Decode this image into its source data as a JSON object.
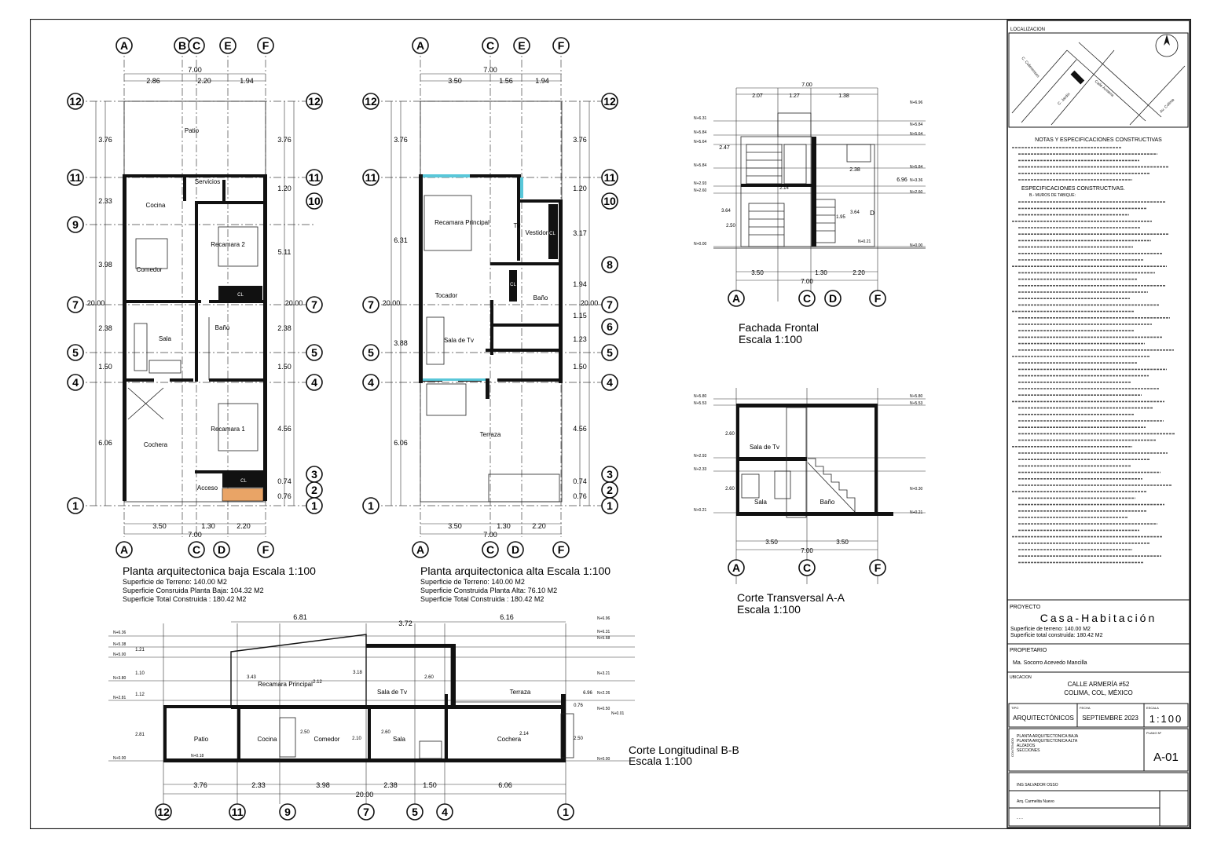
{
  "plan_baja": {
    "title": "Planta arquitectonica baja   Escala 1:100",
    "info": [
      "Superficie de Terreno: 140.00 M2",
      "Superficie Consruida Planta Baja: 104.32 M2",
      "Superficie Total Construida : 180.42 M2"
    ],
    "rooms": [
      "Patio",
      "Servicios",
      "Cocina",
      "Recamara 2",
      "Comedor",
      "Sala",
      "Baño",
      "Recamara 1",
      "Cochera",
      "Acceso",
      "CL",
      "CL"
    ],
    "top_axes": [
      "A",
      "B",
      "C",
      "E",
      "F"
    ],
    "bottom_axes": [
      "A",
      "C",
      "D",
      "F"
    ],
    "side_axes": [
      "12",
      "11",
      "10",
      "9",
      "7",
      "5",
      "4",
      "3",
      "2",
      "1"
    ],
    "dims_top": [
      "7.00",
      "2.86",
      "2.20",
      "1.94"
    ],
    "dims_bottom": [
      "3.50",
      "1.30",
      "2.20",
      "7.00"
    ],
    "dims_left": [
      "3.76",
      "2.33",
      "3.98",
      "2.38",
      "1.50",
      "6.06",
      "20.00"
    ],
    "dims_right": [
      "3.76",
      "1.20",
      "5.11",
      "2.38",
      "1.50",
      "4.56",
      "0.74",
      "0.76",
      "20.00"
    ]
  },
  "plan_alta": {
    "title": "Planta arquitectonica alta  Escala 1:100",
    "info": [
      "Superficie de Terreno: 140.00 M2",
      "Superficie Construida Planta Alta: 76.10 M2",
      "Superficie Total Construida : 180.42 M2"
    ],
    "rooms": [
      "Recamara Principal",
      "Vestidor",
      "Tocador",
      "Baño",
      "Sala de Tv",
      "Terraza",
      "Tv",
      "CL",
      "CL"
    ],
    "top_axes": [
      "A",
      "C",
      "E",
      "F"
    ],
    "bottom_axes": [
      "A",
      "C",
      "D",
      "F"
    ],
    "side_axes": [
      "12",
      "11",
      "10",
      "8",
      "7",
      "6",
      "5",
      "4",
      "3",
      "2",
      "1"
    ],
    "dims_top": [
      "7.00",
      "3.50",
      "1.56",
      "1.94"
    ],
    "dims_bottom": [
      "3.50",
      "1.30",
      "2.20",
      "7.00"
    ],
    "dims_left": [
      "3.76",
      "6.31",
      "3.88",
      "6.06",
      "20.00"
    ],
    "dims_right": [
      "3.76",
      "1.20",
      "3.17",
      "1.94",
      "1.15",
      "1.23",
      "1.50",
      "4.56",
      "0.74",
      "0.76",
      "20.00"
    ]
  },
  "fachada": {
    "title": "Fachada Frontal",
    "scale": "Escala 1:100",
    "dims": [
      "7.00",
      "2.07",
      "1.27",
      "1.38",
      "2.47",
      "2.38",
      "2.14",
      "3.64",
      "2.50",
      "1.95",
      "3.64",
      "6.96",
      "3.50",
      "1.30",
      "2.20",
      "7.00"
    ],
    "levels": [
      "N+6.31",
      "N+5.84",
      "N+5.64",
      "N+5.84",
      "N+2.93",
      "N+2.60",
      "N+0.00",
      "N+6.96",
      "N+5.84",
      "N+5.64",
      "N+5.84",
      "N+3.36",
      "N+2.60",
      "N+0.21",
      "N+0.00"
    ],
    "axes": [
      "A",
      "C",
      "D",
      "F"
    ],
    "letter": "D"
  },
  "corte_a": {
    "title": "Corte Transversal A-A",
    "scale": "Escala 1:100",
    "rooms": [
      "Sala de Tv",
      "Sala",
      "Baño"
    ],
    "dims": [
      "2.60",
      "2.60",
      "3.50",
      "3.50",
      "7.00"
    ],
    "levels": [
      "N+5.80",
      "N+5.53",
      "N+2.93",
      "N+2.33",
      "N+0.21",
      "N+5.80",
      "N+5.53",
      "N+0.30",
      "N+0.21"
    ],
    "axes": [
      "A",
      "C",
      "F"
    ]
  },
  "corte_b": {
    "title": "Corte Longitudinal B-B",
    "scale": "Escala 1:100",
    "rooms": [
      "Patio",
      "Cocina",
      "Comedor",
      "Sala",
      "Cochera",
      "Recamara Principal",
      "Sala de Tv",
      "Terraza"
    ],
    "dims_top": [
      "6.81",
      "3.72",
      "6.16"
    ],
    "dims_bottom": [
      "3.76",
      "2.33",
      "3.98",
      "2.38",
      "1.50",
      "6.06",
      "20.00"
    ],
    "dims_inner": [
      "1.21",
      "1.10",
      "1.12",
      "2.81",
      "3.43",
      "2.12",
      "3.18",
      "2.60",
      "2.50",
      "2.10",
      "2.60",
      "2.14",
      "0.76",
      "2.50",
      "6.96"
    ],
    "levels": [
      "N+6.36",
      "N+5.38",
      "N+5.00",
      "N+3.80",
      "N+2.81",
      "N+0.00",
      "N+0.18",
      "N+6.96",
      "N+6.31",
      "N+5.68",
      "N+3.21",
      "N+2.26",
      "N+0.50",
      "N+0.01",
      "N+0.00"
    ],
    "axes": [
      "12",
      "11",
      "9",
      "7",
      "5",
      "4",
      "1"
    ]
  },
  "titleblock": {
    "localizacion": "LOCALIZACION",
    "streets": [
      "C. Colimenses",
      "Calle Armeria",
      "Av. Colima",
      "C. Jardin"
    ],
    "notes_title": "NOTAS Y ESPECIFICACIONES CONSTRUCTIVAS",
    "notes_sub": "ESPECIFICACIONES CONSTRUCTIVAS.",
    "notes_sub2": "B.- MUROS DE TABIQUE:",
    "proyecto_label": "PROYECTO",
    "proyecto": "Casa-Habitación",
    "proyecto_info": [
      "Superficie de terreno: 140.00 M2",
      "Superficie total construida: 180.42 M2"
    ],
    "propietario_label": "PROPIETARIO",
    "propietario": "Ma. Socorro Acevedo Mancilla",
    "ubicacion_label": "UBICACION",
    "ubicacion": [
      "CALLE ARMERÍA #52",
      "COLIMA, COL, MÉXICO"
    ],
    "tipo_label": "TIPO",
    "tipo": "ARQUITECTÓNICOS",
    "fecha_label": "FECHA",
    "fecha": "SEPTIEMBRE 2023",
    "escala_label": "ESCALA",
    "escala": "1:100",
    "contenido_label": "CONTENIDO",
    "contenido": [
      "PLANTA ARQUITECTONICA BAJA",
      "PLANTA ARQUITECTONICA ALTA",
      "ALZADOS",
      "SECCIONES"
    ],
    "plano_label": "PLANO Nº",
    "plano": "A-01",
    "elaboro": "ING SALVADOR OSSO",
    "reviso": "Arq. Carmelita Nuevo",
    "blank": "- - -"
  }
}
